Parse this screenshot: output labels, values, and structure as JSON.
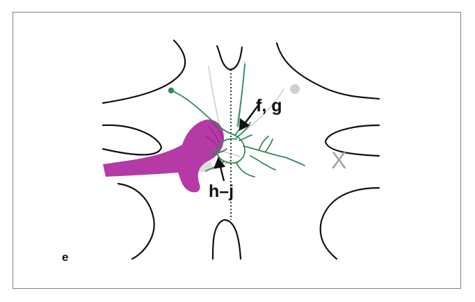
{
  "labels": {
    "panel": "e",
    "arrow_upper": "f, g",
    "arrow_lower": "h–j",
    "midline_marker": "X"
  },
  "colors": {
    "frame": "#808080",
    "tissue_outline": "#111111",
    "magenta_cell": "#b53aa6",
    "green_neuron": "#2f8a55",
    "gray_fibers": "#c8c8c8",
    "midline": "#222222",
    "x_marker": "#a8a8a8"
  }
}
